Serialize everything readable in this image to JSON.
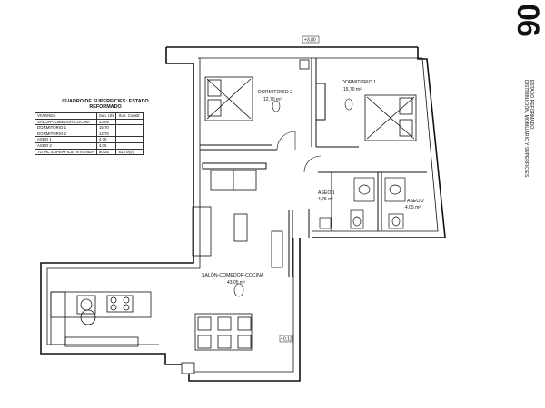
{
  "sheet": {
    "number": "06",
    "title_line1": "ESTADO REFORMADO:",
    "title_line2": "DISTRIBUCIÓN, MOBILIARIO Y SUPERFICIES."
  },
  "areas_table": {
    "title_line1": "CUADRO DE SUPERFICIES: ESTADO",
    "title_line2": "REFORMADO",
    "header": [
      "VIVIENDA",
      "Sup. Útil",
      "Sup. Constr."
    ],
    "rows": [
      [
        "SALÓN-COMEDOR-COCINA",
        "43,05",
        ""
      ],
      [
        "DORMITORIO 1",
        "15,70",
        ""
      ],
      [
        "DORMITORIO 2",
        "12,70",
        ""
      ],
      [
        "ASEO 1",
        "4,75",
        ""
      ],
      [
        "ASEO 2",
        "4,05",
        ""
      ]
    ],
    "total": [
      "TOTAL SUPERFICIE VIVIENDA",
      "80,25",
      "83,70(0)"
    ]
  },
  "rooms": {
    "dormitorio2": {
      "name": "DORMITORIO 2",
      "area": "12,70 m²"
    },
    "dormitorio1": {
      "name": "DORMITORIO 1",
      "area": "15,70 m²"
    },
    "aseo1": {
      "name": "ASEO 1",
      "area": "4,75 m²"
    },
    "aseo2": {
      "name": "ASEO 2",
      "area": "4,05 m²"
    },
    "salon": {
      "name": "SALÓN-COMEDOR-COCINA",
      "area": "43,05 m²"
    }
  },
  "levels": {
    "top": "+3,80",
    "bottom": "+0,12"
  }
}
